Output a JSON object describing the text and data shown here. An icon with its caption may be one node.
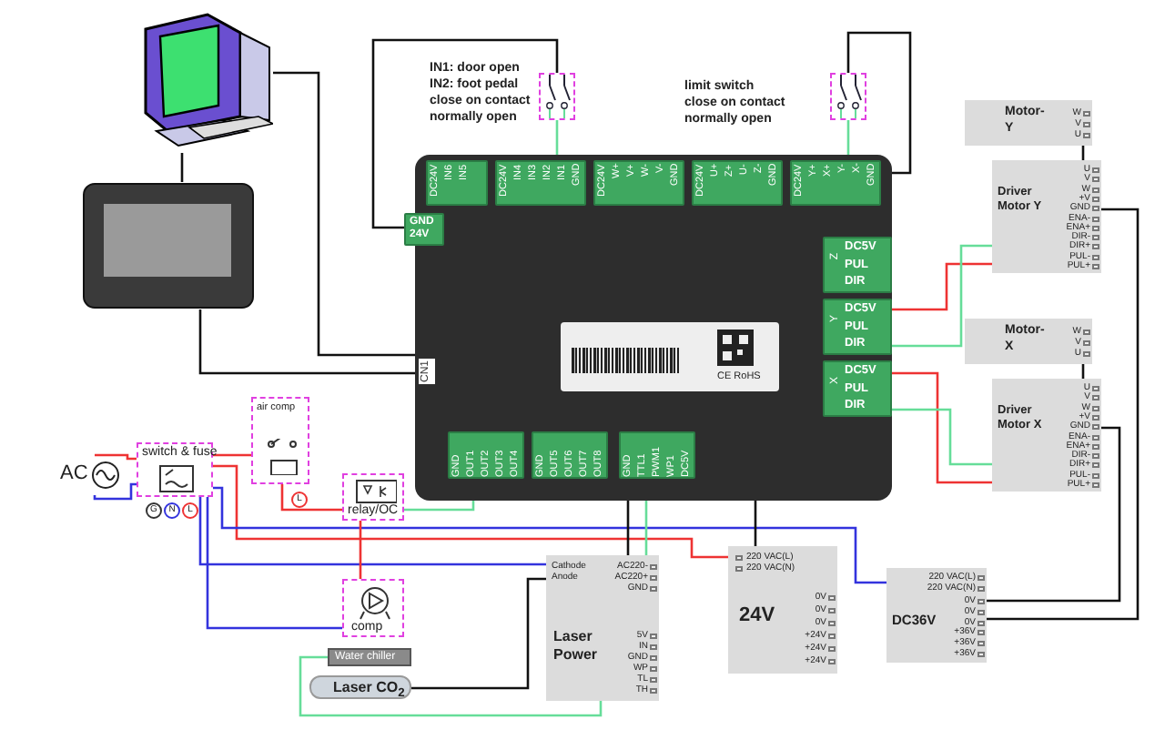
{
  "diagram": {
    "nodes": [
      {
        "text": [],
        "shape": "picture"
      },
      {
        "text": [],
        "shape": "picture"
      },
      {
        "text": [],
        "shape": "picture",
        "beside": [
          "IN1: door open",
          "IN2: foot pedal",
          "close on contact",
          "normally open"
        ]
      },
      {
        "text": [],
        "shape": "picture",
        "beside": [
          "limit switch",
          "close on contact",
          "normally open"
        ]
      },
      {
        "text": [
          "DC24V",
          "IN6",
          "IN5",
          "DC24V",
          "IN4",
          "IN3",
          "IN2",
          "IN1",
          "GND",
          "DC24V",
          "W+",
          "V+",
          "W-",
          "V-",
          "GND",
          "DC24V",
          "U+",
          "Z+",
          "U-",
          "Z-",
          "GND",
          "DC24V",
          "Y+",
          "X+",
          "Y-",
          "X-",
          "GND",
          "GND 24V",
          "Z",
          "DC5V",
          "PUL",
          "DIR",
          "Y",
          "DC5V",
          "PUL",
          "DIR",
          "X",
          "DC5V",
          "PUL",
          "DIR",
          "CN1",
          "CE RoHS",
          "GND",
          "OUT1",
          "OUT2",
          "OUT3",
          "OUT4",
          "GND",
          "OUT5",
          "OUT6",
          "OUT7",
          "OUT8",
          "GND",
          "TTL1",
          "PWM1",
          "WP1",
          "DC5V"
        ]
      },
      {
        "text": [
          "Motor-Y",
          "W",
          "V",
          "U"
        ]
      },
      {
        "text": [
          "Driver Motor Y",
          "U",
          "V",
          "W",
          "+V",
          "GND",
          "ENA-",
          "ENA+",
          "DIR-",
          "DIR+",
          "PUL-",
          "PUL+"
        ]
      },
      {
        "text": [
          "Motor-X",
          "W",
          "V",
          "U"
        ]
      },
      {
        "text": [
          "Driver Motor X",
          "U",
          "V",
          "W",
          "+V",
          "GND",
          "ENA-",
          "ENA+",
          "DIR-",
          "DIR+",
          "PUL-",
          "PUL+"
        ]
      },
      {
        "text": [
          "AC"
        ]
      },
      {
        "text": [
          "switch & fuse"
        ],
        "beside": [
          "G",
          "N",
          "L"
        ]
      },
      {
        "text": [
          "air comp"
        ],
        "beside": [
          "L"
        ]
      },
      {
        "text": [
          "relay/OC"
        ]
      },
      {
        "text": [
          "comp"
        ]
      },
      {
        "text": [
          "Water chiller"
        ]
      },
      {
        "text": [
          "Laser CO$_{2}$"
        ]
      },
      {
        "text": [
          "Cathode",
          "Anode",
          "AC220-",
          "AC220+",
          "GND",
          "Laser Power",
          "5V",
          "IN",
          "GND",
          "WP",
          "TL",
          "TH"
        ]
      },
      {
        "text": [
          "220 VAC(L)",
          "220 VAC(N)",
          "24V",
          "0V",
          "0V",
          "0V",
          "+24V",
          "+24V",
          "+24V"
        ]
      },
      {
        "text": [
          "220 VAC(L)",
          "220 VAC(N)",
          "DC36V",
          "0V",
          "0V",
          "0V",
          "+36V",
          "+36V",
          "+36V"
        ]
      }
    ],
    "edges": [
      {
        "from": 0,
        "to": 1,
        "arrow": "none"
      },
      {
        "from": 1,
        "to": 4,
        "arrow": "none"
      },
      {
        "from": 0,
        "to": 4,
        "arrow": "none"
      },
      {
        "from": 2,
        "to": 4,
        "arrow": "none",
        "color": "#66dd99"
      },
      {
        "from": 2,
        "to": 4,
        "arrow": "none"
      },
      {
        "from": 3,
        "to": 4,
        "arrow": "none",
        "color": "#66dd99"
      },
      {
        "from": 3,
        "to": 4,
        "arrow": "none"
      },
      {
        "from": 4,
        "to": 6,
        "arrow": "none",
        "color": "#ee3333"
      },
      {
        "from": 4,
        "to": 6,
        "arrow": "none",
        "color": "#66dd99"
      },
      {
        "from": 4,
        "to": 8,
        "arrow": "none",
        "color": "#ee3333"
      },
      {
        "from": 4,
        "to": 8,
        "arrow": "none",
        "color": "#66dd99"
      },
      {
        "from": 5,
        "to": 6,
        "arrow": "none"
      },
      {
        "from": 7,
        "to": 8,
        "arrow": "none"
      },
      {
        "from": 6,
        "to": 18,
        "arrow": "none"
      },
      {
        "from": 8,
        "to": 18,
        "arrow": "none"
      },
      {
        "from": 9,
        "to": 10,
        "arrow": "none",
        "color": "#ee3333"
      },
      {
        "from": 9,
        "to": 10,
        "arrow": "none",
        "color": "#3333dd"
      },
      {
        "from": 10,
        "to": 11,
        "arrow": "none",
        "color": "#ee3333"
      },
      {
        "from": 10,
        "to": 16,
        "arrow": "none",
        "color": "#3333dd"
      },
      {
        "from": 10,
        "to": 17,
        "arrow": "none",
        "color": "#ee3333"
      },
      {
        "from": 10,
        "to": 18,
        "arrow": "none",
        "color": "#3333dd"
      },
      {
        "from": 11,
        "to": 12,
        "arrow": "none",
        "color": "#ee3333"
      },
      {
        "from": 12,
        "to": 4,
        "arrow": "none",
        "color": "#66dd99"
      },
      {
        "from": 12,
        "to": 13,
        "arrow": "none",
        "color": "#ee3333"
      },
      {
        "from": 10,
        "to": 13,
        "arrow": "none",
        "color": "#3333dd"
      },
      {
        "from": 4,
        "to": 16,
        "arrow": "none",
        "color": "#66dd99"
      },
      {
        "from": 4,
        "to": 16,
        "arrow": "none"
      },
      {
        "from": 16,
        "to": 15,
        "arrow": "none"
      },
      {
        "from": 14,
        "to": 16,
        "arrow": "none",
        "color": "#66dd99"
      },
      {
        "from": 17,
        "to": 4,
        "arrow": "none"
      }
    ]
  }
}
